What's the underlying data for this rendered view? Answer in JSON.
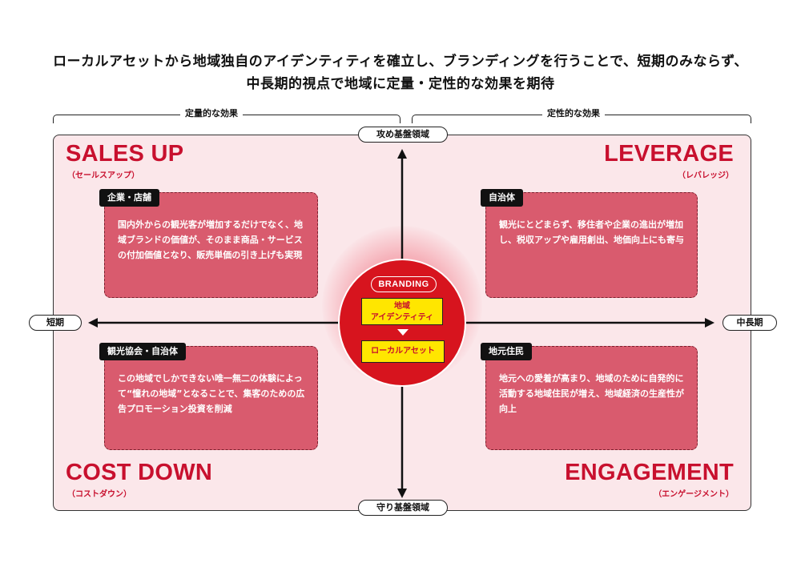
{
  "headline": {
    "line1": "ローカルアセットから地域独自のアイデンティティを確立し、ブランディングを行うことで、短期のみならず、",
    "line2": "中長期的視点で地域に定量・定性的な効果を期待"
  },
  "brackets": {
    "left": "定量的な効果",
    "right": "定性的な効果"
  },
  "axes": {
    "top": "攻め基盤領域",
    "bottom": "守り基盤領域",
    "left": "短期",
    "right": "中長期"
  },
  "quadrants": {
    "top_left": {
      "title": "SALES UP",
      "subtitle": "（セールスアップ）",
      "tag": "企業・店舗",
      "body": "国内外からの観光客が増加するだけでなく、地域ブランドの価値が、そのまま商品・サービスの付加価値となり、販売単価の引き上げも実現"
    },
    "top_right": {
      "title": "LEVERAGE",
      "subtitle": "（レバレッジ）",
      "tag": "自治体",
      "body": "観光にとどまらず、移住者や企業の進出が増加し、税収アップや雇用創出、地価向上にも寄与"
    },
    "bottom_left": {
      "title": "COST DOWN",
      "subtitle": "（コストダウン）",
      "tag": "観光協会・自治体",
      "body": "この地域でしかできない唯一無二の体験によって“憧れの地域”となることで、集客のための広告プロモーション投資を削減"
    },
    "bottom_right": {
      "title": "ENGAGEMENT",
      "subtitle": "（エンゲージメント）",
      "tag": "地元住民",
      "body": "地元への愛着が高まり、地域のために自発的に活動する地域住民が増え、地域経済の生産性が向上"
    }
  },
  "center": {
    "label": "BRANDING",
    "identity_line1": "地域",
    "identity_line2": "アイデンティティ",
    "asset": "ローカルアセット"
  },
  "colors": {
    "accent": "#c8102e",
    "panel": "#fbe7ea",
    "box": "#d95b6e",
    "highlight": "#ffe600"
  }
}
